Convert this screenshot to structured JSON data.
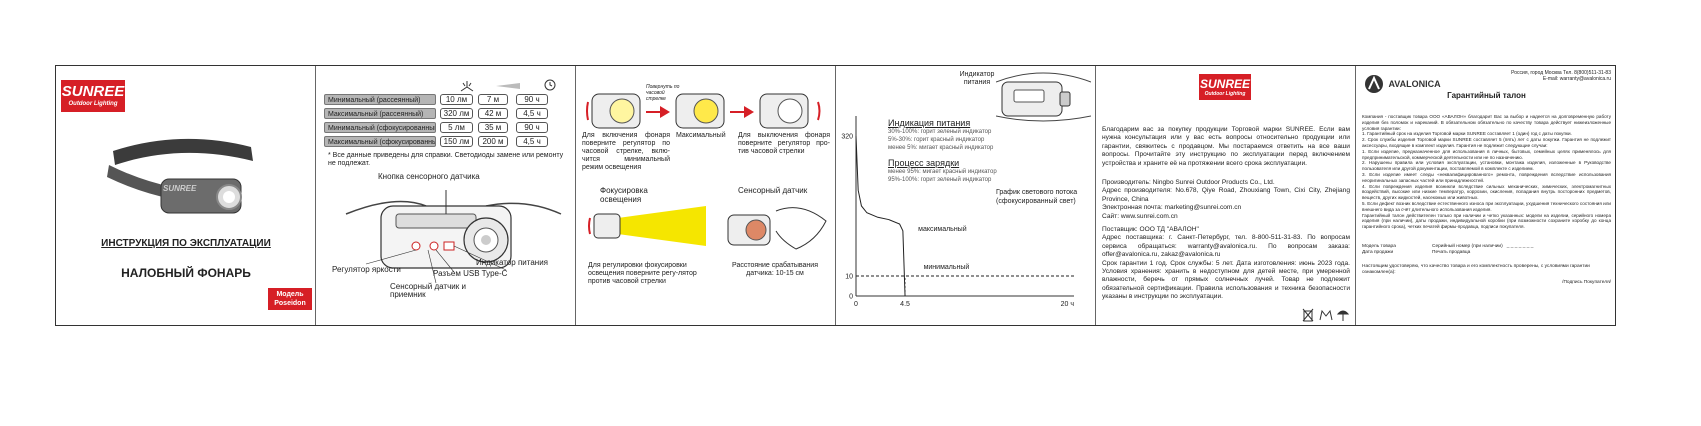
{
  "brand": {
    "logo_text": "SUNREE",
    "logo_subtext": "Outdoor Lighting",
    "color": "#d61f26"
  },
  "cover": {
    "instruction_title": "ИНСТРУКЦИЯ ПО ЭКСПЛУАТАЦИИ",
    "product_title": "НАЛОБНЫЙ ФОНАРЬ",
    "model_label": "Модель",
    "model_name": "Poseidon",
    "strap_brand": "SUNREE"
  },
  "specs": {
    "modes": [
      {
        "label": "Минимальный (рассеянный)",
        "lumens": "10 лм",
        "distance": "7 м",
        "runtime": "90 ч"
      },
      {
        "label": "Максимальный (рассеянный)",
        "lumens": "320 лм",
        "distance": "42 м",
        "runtime": "4,5 ч"
      },
      {
        "label": "Минимальный (сфокусированный)",
        "lumens": "5 лм",
        "distance": "35 м",
        "runtime": "90 ч"
      },
      {
        "label": "Максимальный (сфокусированный)",
        "lumens": "150 лм",
        "distance": "200 м",
        "runtime": "4,5 ч"
      }
    ],
    "footnote": "* Все данные приведены для справки. Светодиоды замене или ремонту не подлежат.",
    "callouts": {
      "touch_button": "Кнопка сенсорного датчика",
      "brightness": "Регулятор яркости",
      "usb": "Разъем USB Type-C",
      "power_indicator": "Индикатор питания",
      "sensor_line1": "Сенсорный датчик и",
      "sensor_line2": "приемник"
    }
  },
  "operation": {
    "rotate_note": "Повернуть по часовой стрелке",
    "on_text": "Для включения фонаря поверните регулятор по часовой стрелке, вклю-чится минимальный режим освещения",
    "max_text": "Максимальный",
    "off_text": "Для выключения фонаря поверните регулятор про-тив часовой стрелки",
    "focus_title": "Фокусировка освещения",
    "focus_text": "Для регулировки фокусировки освещения поверните регу-лятор против часовой стрелки",
    "sensor_title": "Сенсорный датчик",
    "sensor_text": "Расстояние срабатывания датчика: 10-15 см"
  },
  "charging": {
    "indicator_label": "Индикатор питания",
    "power_title": "Индикация питания",
    "power_lines": [
      "30%-100%: горит зеленый индикатор",
      "5%-30%: горит красный индикатор",
      "менее 5%: мигает красный индикатор"
    ],
    "charge_title": "Процесс зарядки",
    "charge_lines": [
      "менее 95%: мигает красный индикатор",
      "95%-100%: горит зеленый индикатор"
    ]
  },
  "chart_data": {
    "type": "line",
    "title": "График светового потока (сфокусированный свет)",
    "y_ticks": [
      "320",
      "10",
      "0"
    ],
    "x_ticks": [
      "0",
      "4.5",
      "20 ч"
    ],
    "series": [
      {
        "name": "максимальный",
        "x": [
          0,
          0.2,
          0.5,
          1,
          2,
          3,
          4,
          4.3,
          4.5
        ],
        "y": [
          320,
          200,
          165,
          150,
          140,
          135,
          125,
          110,
          0
        ]
      },
      {
        "name": "минимальный",
        "x": [
          0,
          20
        ],
        "y": [
          10,
          10
        ]
      }
    ],
    "xlim": [
      0,
      20
    ],
    "ylim": [
      0,
      320
    ]
  },
  "about": {
    "intro": "Благодарим вас за покупку продукции Торговой марки SUNREE. Если вам нужна консультация или у вас есть вопросы относительно продукции или гарантии, свяжитесь с продавцом. Мы постараемся ответить на все ваши вопросы. Прочитайте эту инструкцию по эксплуатации перед включением устройства и храните её на протяжении всего срока эксплуатации.",
    "manufacturer": "Производитель: Ningbo Sunrei Outdoor Products Co., Ltd.",
    "address": "Адрес производителя: No.678, Qiye Road, Zhouxiang Town, Cixi City, Zhejiang Province, China",
    "email": "Электронная почта: marketing@sunrei.com.cn",
    "site": "Сайт: www.sunrei.com.cn",
    "supplier": "Поставщик: ООО ТД \"АВАЛОН\"",
    "supplier_details": "Адрес поставщика: г. Санкт-Петербург, тел. 8-800-511-31-83. По вопросам сервиса обращаться: warranty@avalonica.ru. По вопросам заказа: offer@avalonica.ru, zakaz@avalonica.ru",
    "terms": "Срок гарантии 1 год. Срок службы: 5 лет. Дата изготовления: июнь 2023 года. Условия хранения: хранить в недоступном для детей месте, при умеренной влажности, беречь от прямых солнечных лучей. Товар не подлежит обязательной сертификации. Правила использования и техника безопасности указаны в инструкции по эксплуатации."
  },
  "warranty": {
    "logo": "AVALONICA",
    "address_line1": "Россия, город Москва Тел. 8(800)511-31-83",
    "address_line2": "E-mail: warranty@avalonica.ru",
    "title": "Гарантийный талон",
    "body": [
      "Компания - поставщик товара ООО «АВАЛОН» благодарит Вас за выбор и надеется на долговременную работу изделия без поломок и нареканий. В обязательном обязательно по качеству товара действует нижеизложенные условия гарантии:",
      "1. Гарантийный срок на изделия Торговой марки SUNREE составляет 1 (один) год с даты покупки.",
      "2. Срок службы изделия Торговой марки SUNREE составляет 5 (пять) лет с даты покупки. Гарантия не подлежит аксессуары, входящие в комплект изделия. Гарантия не подлежит следующие случаи:",
      "1. Если изделие, предназначенное для использования в личных, бытовых, семейных целях применялось для предпринимательской, коммерческой деятельности или не по назначению.",
      "2. Нарушены правила или условия эксплуатации, установки, монтажа изделия, изложенные в Руководстве пользователя или другой документации, поставляемой в комплекте с изделием.",
      "3. Если изделие имеет следы «неквалифицированного» ремонта, повреждения вследствие использования неоригинальных запасных частей или принадлежностей.",
      "4. Если повреждения изделия возникли вследствие сильных механических, химических, электромагнитных воздействий, высокие или низкие температур, коррозии, окисления, попадания внутрь посторонних предметов, веществ, других жидкостей, насекомых или животных.",
      "5. Если дефект возник вследствие естественного износа при эксплуатации, ухудшения технического состояния или внешнего вида за счёт длительного использования изделия.",
      "Гарантийный талон действителен только при наличии и четко указанных: модели на изделии, серийного номера изделия (при наличии), даты продажи, индивидуальной коробки (при возможности сохраните коробку до конца гарантийного срока), четких печатей фирмы-продавца, подписи покупателя."
    ],
    "model_label": "Модель товара",
    "serial_label": "Серийный номер (при наличии)",
    "date_label": "Дата продажи",
    "stamp_label": "Печать продавца",
    "confirm": "Настоящим удостоверяю, что качество товара и его комплектность проверены, с условиями гарантии ознакомлен(а):",
    "signature": "/Подпись Покупателя/"
  }
}
